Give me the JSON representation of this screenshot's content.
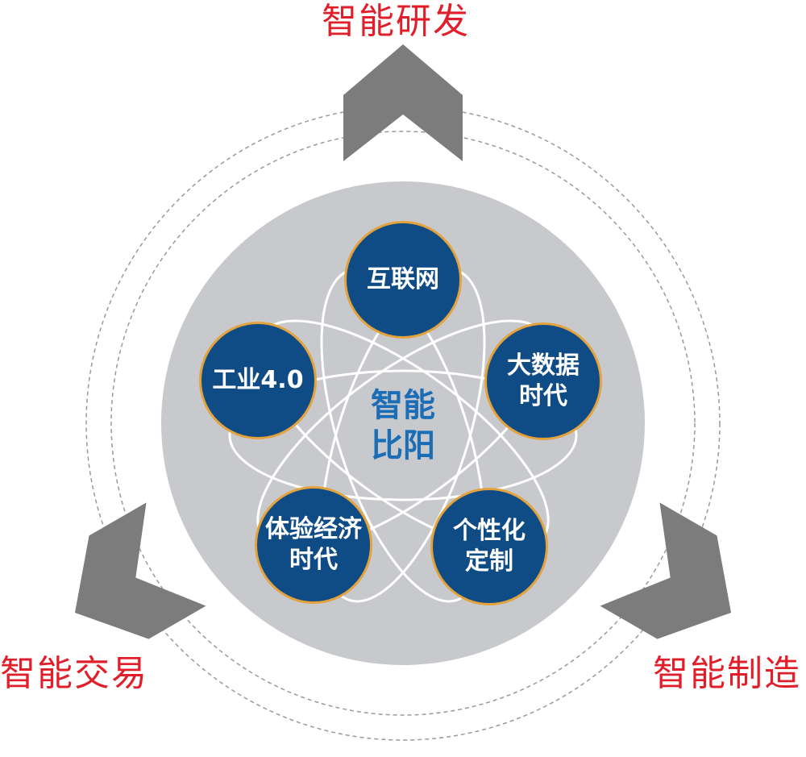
{
  "corner_labels": {
    "top": "智能研发",
    "left": "智能交易",
    "right": "智能制造"
  },
  "center": {
    "line1": "智能",
    "line2": "比阳"
  },
  "nodes": [
    {
      "lines": [
        "互联网"
      ]
    },
    {
      "lines": [
        "大数据",
        "时代"
      ]
    },
    {
      "lines": [
        "个性化",
        "定制"
      ]
    },
    {
      "lines": [
        "体验经济",
        "时代"
      ]
    },
    {
      "lines": [
        "工业4.0"
      ]
    }
  ],
  "colors": {
    "label_red": "#e01f2a",
    "node_blue": "#0f4c86",
    "node_border": "#e3a23c",
    "center_blue": "#1b6db5",
    "disc_gray": "#c8c9cc",
    "arrow_gray": "#7c7c7c",
    "orbit_white": "#ffffff"
  }
}
